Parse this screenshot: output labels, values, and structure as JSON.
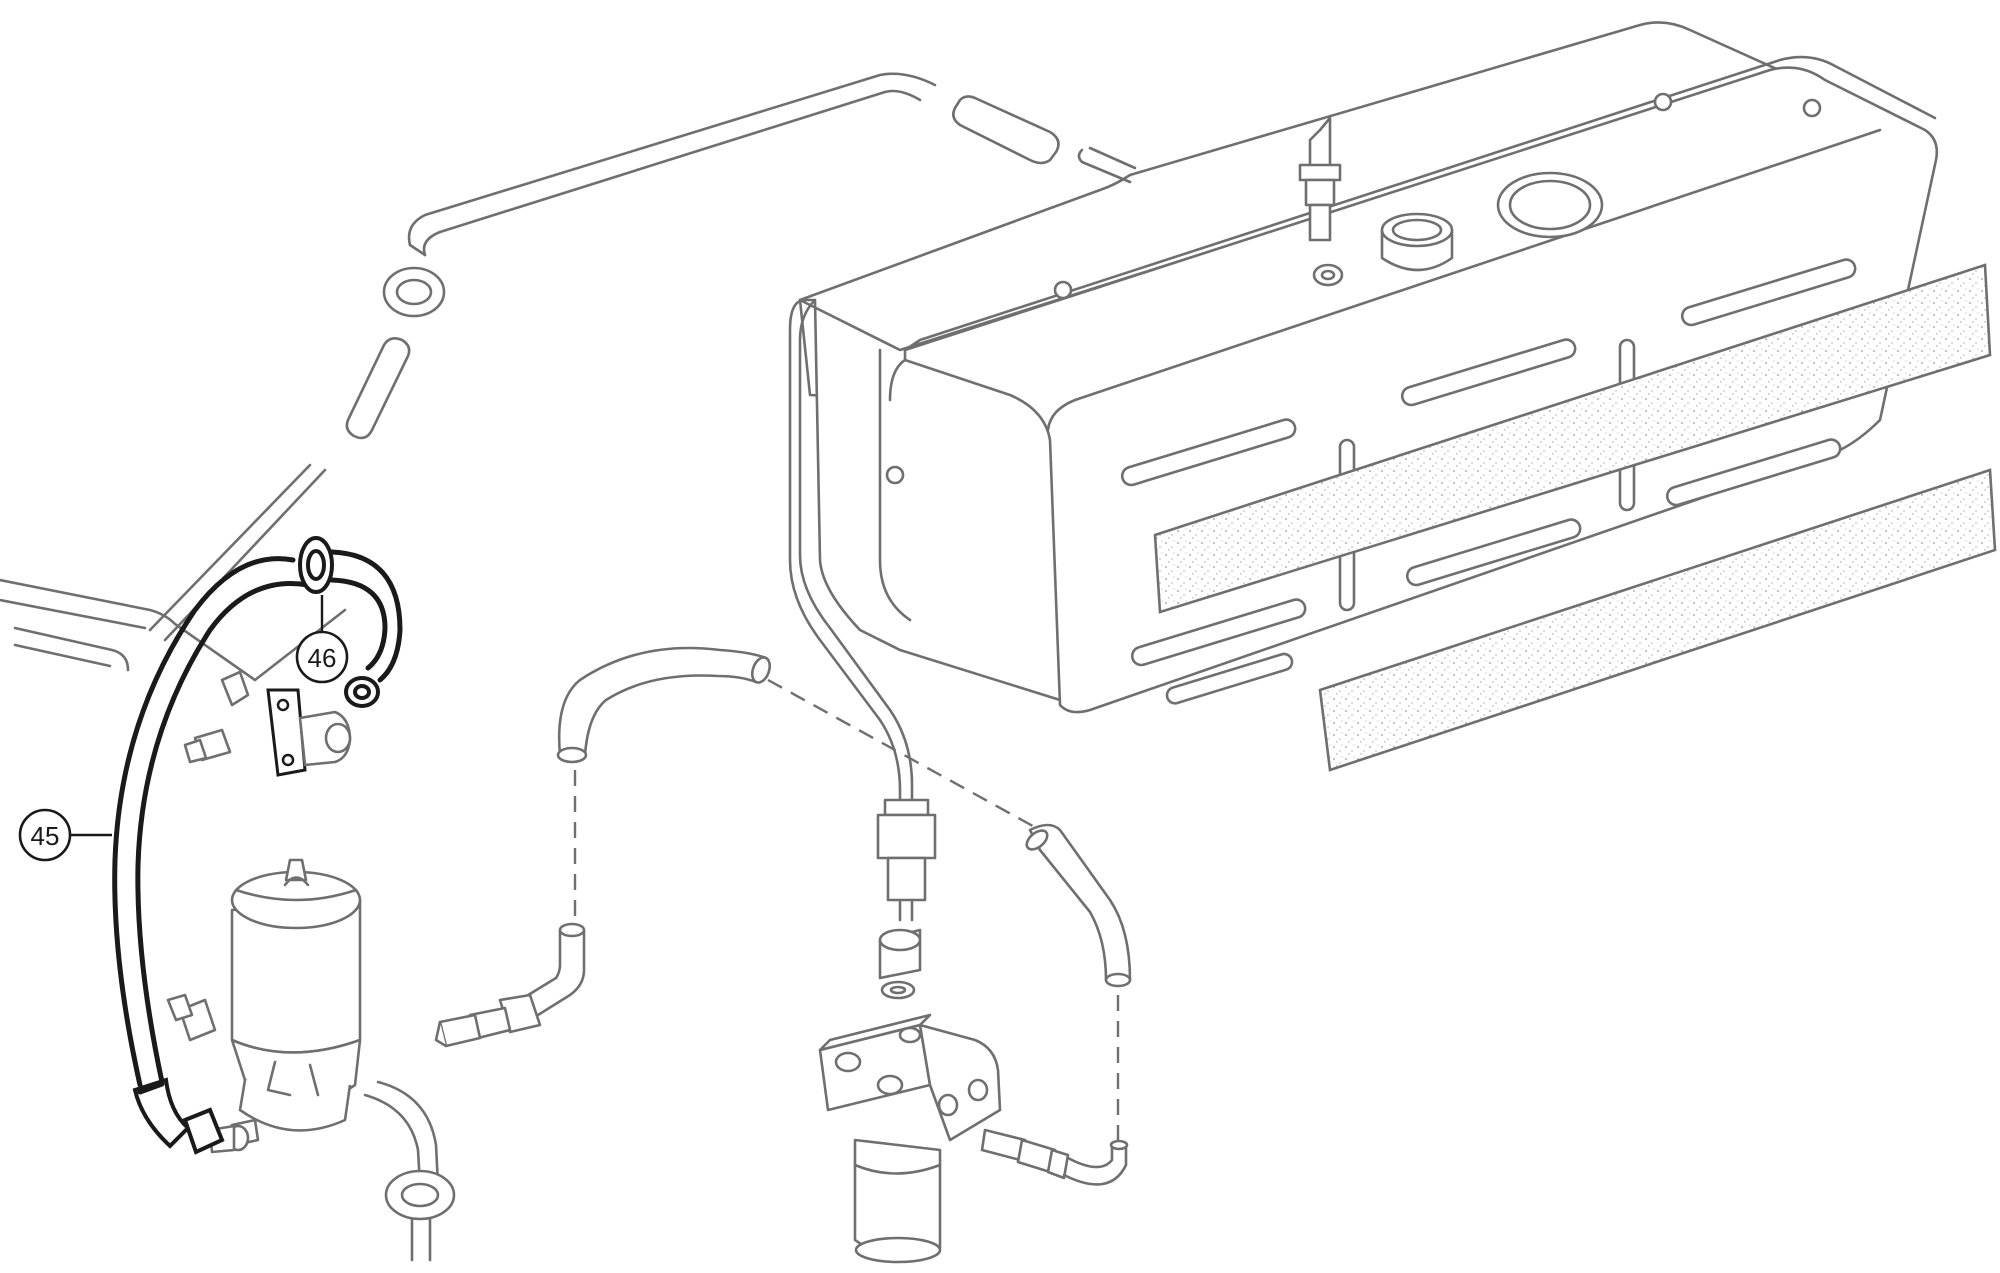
{
  "callouts": [
    {
      "id": "45",
      "label": "45"
    },
    {
      "id": "46",
      "label": "46"
    }
  ],
  "colors": {
    "line": "#6f6f6f",
    "highlight": "#1a1a1a",
    "background": "#ffffff"
  }
}
